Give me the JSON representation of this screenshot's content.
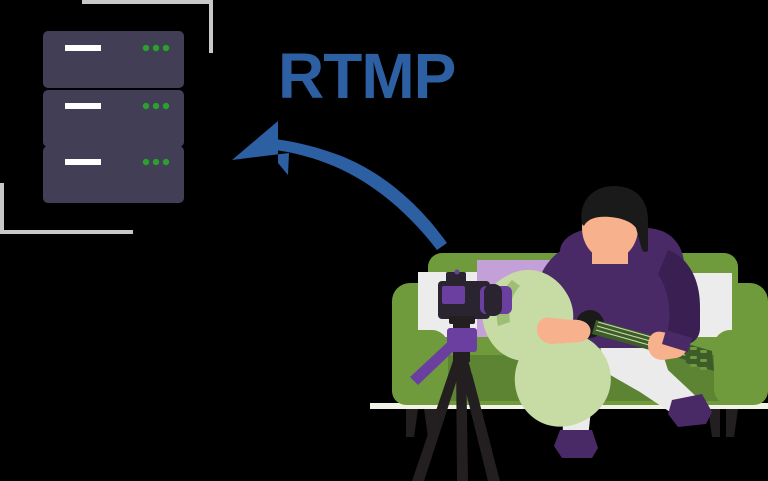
{
  "illustration": {
    "title": "RTMP live streaming from home studio to servers",
    "protocol_label": "RTMP",
    "background_color": "#000000"
  },
  "colors": {
    "protocol_text": "#2d5fa3",
    "arrow": "#2d5fa3",
    "bracket": "#c8c8c8",
    "server_body": "#413e56",
    "server_slot": "#ffffff",
    "server_led": "#2ca02c",
    "couch": "#6f9b3c",
    "couch_dark": "#5d8433",
    "couch_light": "#81a84c",
    "couch_leg": "#231f20",
    "pillow_purple": "#c4a0d8",
    "pillow_white": "#ececed",
    "shirt": "#4a2a66",
    "shirt_dark": "#3a1f53",
    "hair": "#1a1a1a",
    "skin": "#f7b18c",
    "pants": "#ebebeb",
    "shoe": "#4a2a66",
    "guitar_body": "#c7dba5",
    "guitar_edge": "#6f9b3c",
    "guitar_neck": "#3d5c2a",
    "tripod": "#231f20",
    "camera_body": "#2a2430",
    "camera_accent": "#6b3fa0",
    "floor_line": "#f2f3e6"
  },
  "servers": {
    "count": 3,
    "units": [
      {
        "name": "server-unit-1",
        "led_count": 3,
        "status": "online"
      },
      {
        "name": "server-unit-2",
        "led_count": 3,
        "status": "online"
      },
      {
        "name": "server-unit-3",
        "led_count": 3,
        "status": "online"
      }
    ]
  },
  "brackets": {
    "top_right": "corner-bracket-top",
    "bottom_left": "corner-bracket-bottom"
  },
  "scene": {
    "subject": "guitarist-on-couch",
    "equipment": "camera-on-tripod",
    "pillows": [
      "pillow-white-left",
      "pillow-purple-center",
      "pillow-white-right"
    ]
  }
}
